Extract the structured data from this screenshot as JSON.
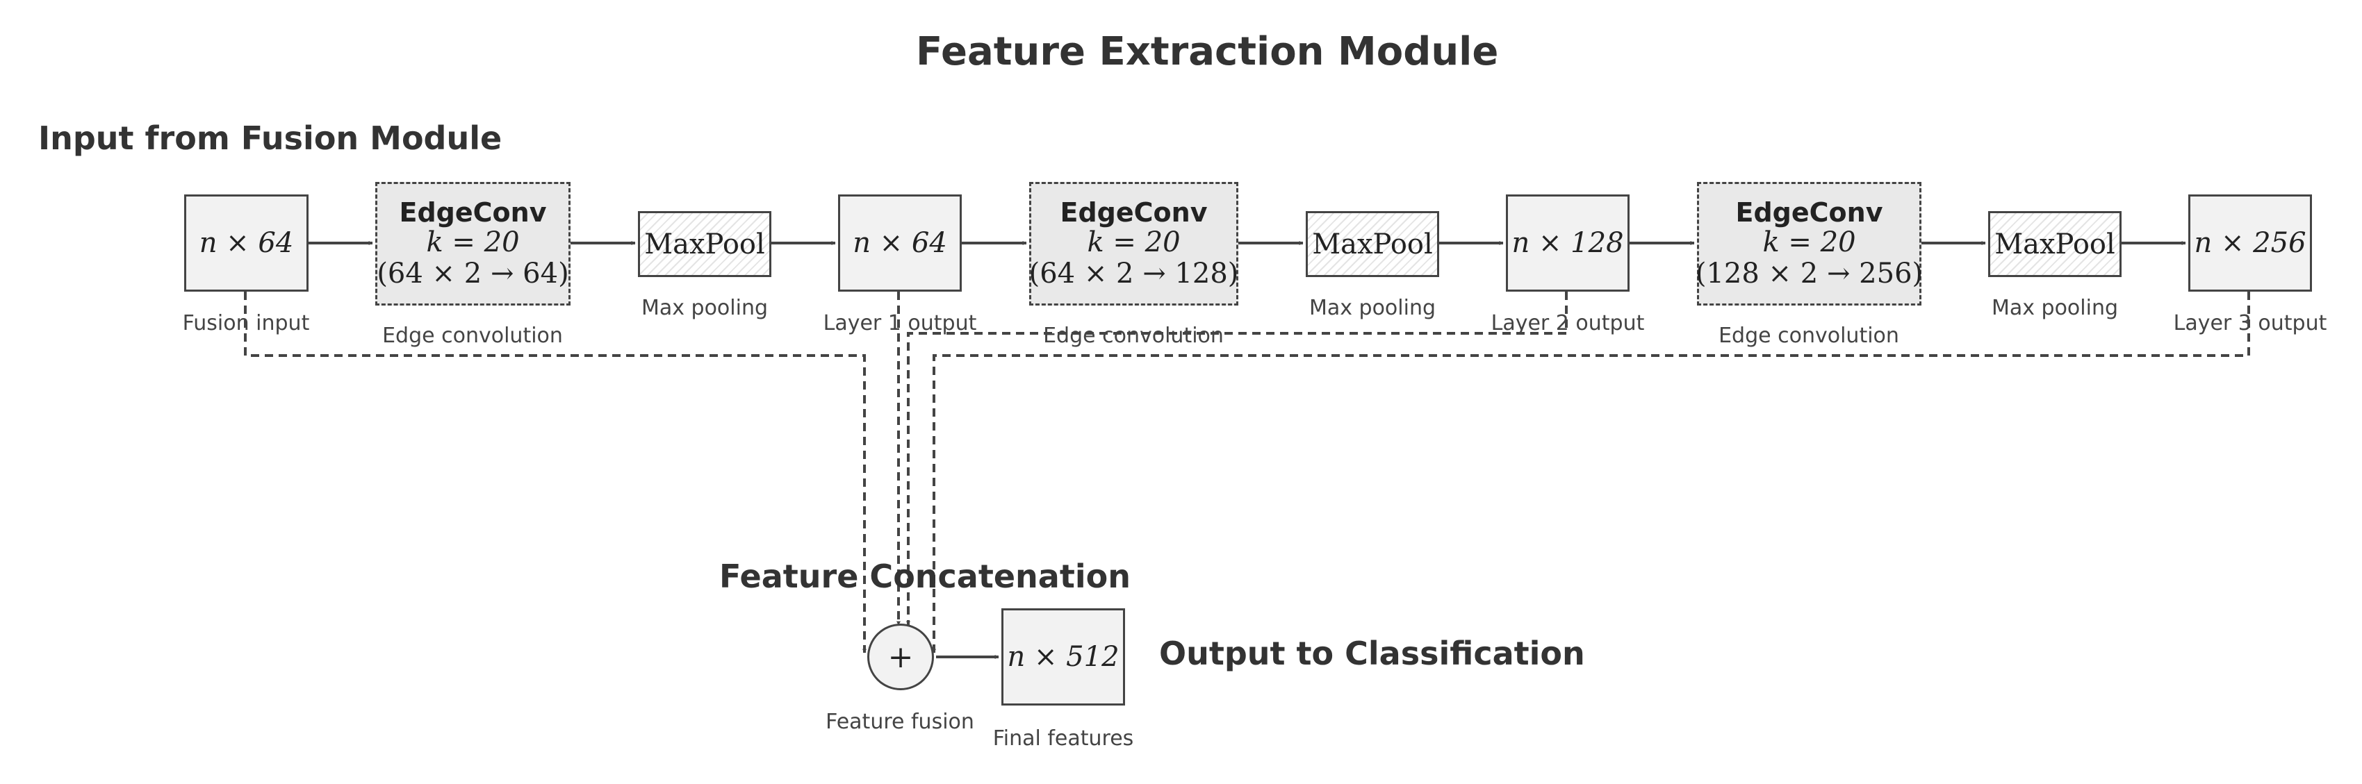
{
  "diagram": {
    "title": "Feature Extraction Module",
    "input_label": "Input from Fusion Module",
    "concat_label": "Feature Concatenation",
    "output_label": "Output to Classification",
    "nodes": {
      "input": {
        "text": "n × 64",
        "caption": "Fusion input"
      },
      "edgeconv1": {
        "title": "EdgeConv",
        "k": "k = 20",
        "dims": "(64 × 2 → 64)",
        "caption": "Edge convolution"
      },
      "maxpool1": {
        "text": "MaxPool",
        "caption": "Max pooling"
      },
      "layer1": {
        "text": "n × 64",
        "caption": "Layer 1 output"
      },
      "edgeconv2": {
        "title": "EdgeConv",
        "k": "k = 20",
        "dims": "(64 × 2 → 128)",
        "caption": "Edge convolution"
      },
      "maxpool2": {
        "text": "MaxPool",
        "caption": "Max pooling"
      },
      "layer2": {
        "text": "n × 128",
        "caption": "Layer 2 output"
      },
      "edgeconv3": {
        "title": "EdgeConv",
        "k": "k = 20",
        "dims": "(128 × 2 → 256)",
        "caption": "Edge convolution"
      },
      "maxpool3": {
        "text": "MaxPool",
        "caption": "Max pooling"
      },
      "layer3": {
        "text": "n × 256",
        "caption": "Layer 3 output"
      },
      "fusion": {
        "symbol": "+",
        "caption": "Feature fusion"
      },
      "final": {
        "text": "n × 512",
        "caption": "Final features"
      }
    },
    "colors": {
      "stroke": "#444444",
      "box_fill": "#f2f2f2",
      "edgeconv_fill": "#e9e9e9",
      "text": "#333333"
    }
  }
}
